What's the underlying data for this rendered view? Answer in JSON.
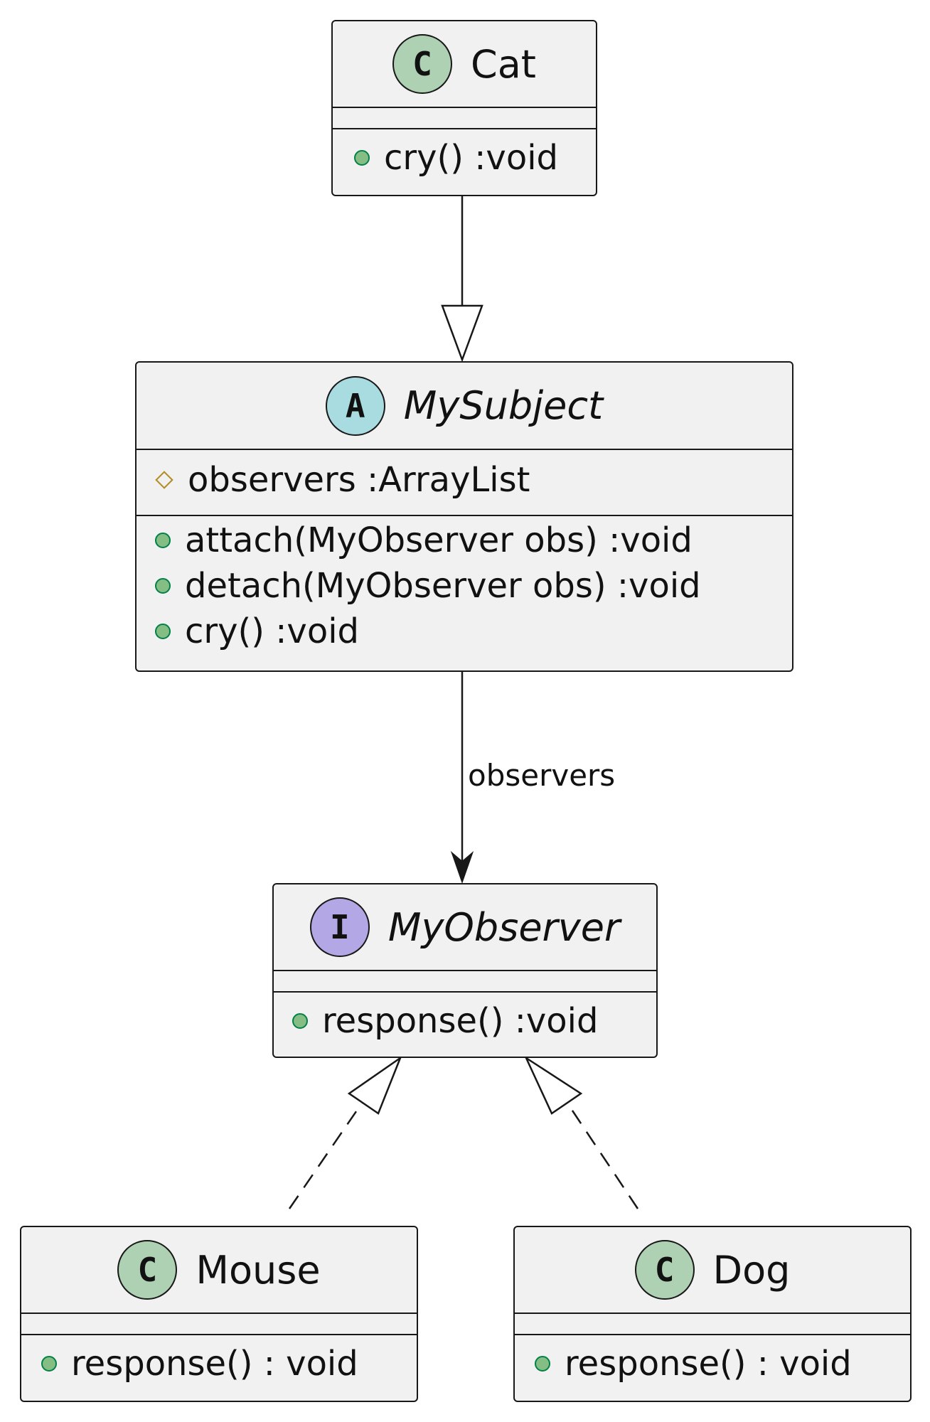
{
  "classes": {
    "cat": {
      "stereotype": "C",
      "name": "Cat",
      "fields": [],
      "methods": [
        {
          "visibility": "public",
          "text": "cry() :void"
        }
      ]
    },
    "mysubject": {
      "stereotype": "A",
      "name": "MySubject",
      "fields": [
        {
          "visibility": "protected",
          "text": "observers :ArrayList"
        }
      ],
      "methods": [
        {
          "visibility": "public",
          "text": "attach(MyObserver obs) :void"
        },
        {
          "visibility": "public",
          "text": "detach(MyObserver obs) :void"
        },
        {
          "visibility": "public",
          "text": "cry() :void"
        }
      ]
    },
    "myobserver": {
      "stereotype": "I",
      "name": "MyObserver",
      "fields": [],
      "methods": [
        {
          "visibility": "public",
          "text": "response() :void"
        }
      ]
    },
    "mouse": {
      "stereotype": "C",
      "name": "Mouse",
      "fields": [],
      "methods": [
        {
          "visibility": "public",
          "text": "response() : void"
        }
      ]
    },
    "dog": {
      "stereotype": "C",
      "name": "Dog",
      "fields": [],
      "methods": [
        {
          "visibility": "public",
          "text": "response() : void"
        }
      ]
    }
  },
  "relations": [
    {
      "from": "Cat",
      "to": "MySubject",
      "kind": "generalization",
      "label": ""
    },
    {
      "from": "MySubject",
      "to": "MyObserver",
      "kind": "association",
      "label": "observers"
    },
    {
      "from": "Mouse",
      "to": "MyObserver",
      "kind": "realization",
      "label": ""
    },
    {
      "from": "Dog",
      "to": "MyObserver",
      "kind": "realization",
      "label": ""
    }
  ]
}
